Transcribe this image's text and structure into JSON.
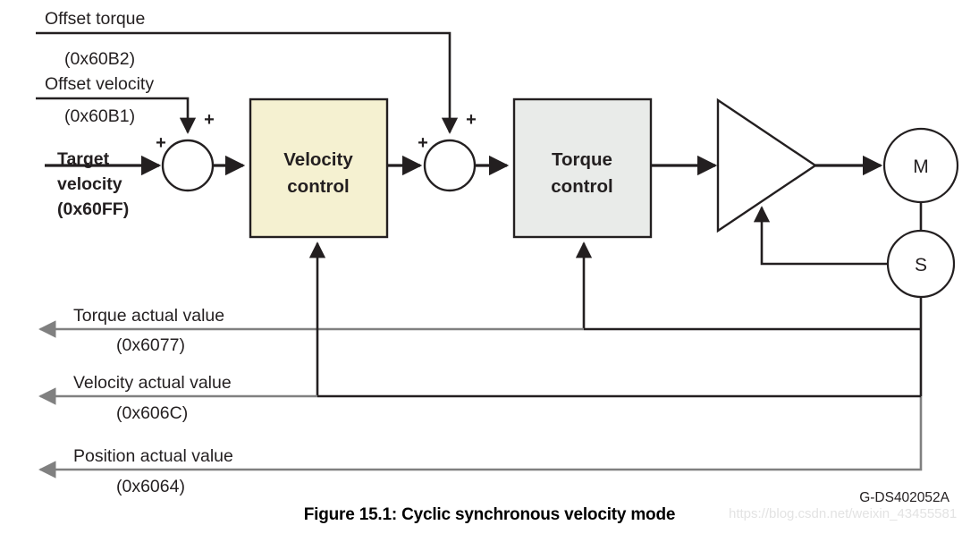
{
  "figure": {
    "caption": "Figure 15.1: Cyclic synchronous velocity mode",
    "drawing_tag": "G-DS402052A",
    "watermark": "https://blog.csdn.net/weixin_43455581"
  },
  "colors": {
    "velocity_block_fill": "#f5f1d1",
    "torque_block_fill": "#e9ebe9",
    "line_dark": "#231f20",
    "line_gray": "#808080",
    "background": "#ffffff"
  },
  "inputs": {
    "offset_torque": {
      "label": "Offset torque",
      "index": "(0x60B2)"
    },
    "offset_velocity": {
      "label": "Offset velocity",
      "index": "(0x60B1)"
    },
    "target_velocity": {
      "label_line1": "Target",
      "label_line2": "velocity",
      "index": "(0x60FF)"
    }
  },
  "blocks": {
    "velocity_control": {
      "line1": "Velocity",
      "line2": "control"
    },
    "torque_control": {
      "line1": "Torque",
      "line2": "control"
    },
    "amplifier": {
      "label": ""
    },
    "motor": {
      "label": "M"
    },
    "sensor": {
      "label": "S"
    }
  },
  "summing_junctions": [
    {
      "name": "velocity-summing-junction",
      "sign_left": "+",
      "sign_top": "+"
    },
    {
      "name": "torque-summing-junction",
      "sign_left": "+",
      "sign_top": "+"
    }
  ],
  "feedback": [
    {
      "label": "Torque actual value",
      "index": "(0x6077)"
    },
    {
      "label": "Velocity actual value",
      "index": "(0x606C)"
    },
    {
      "label": "Position actual value",
      "index": "(0x6064)"
    }
  ]
}
